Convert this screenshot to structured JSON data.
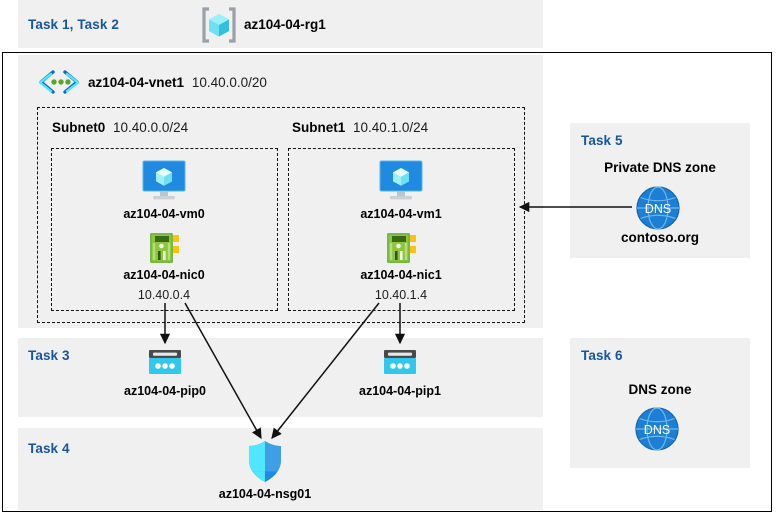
{
  "diagram": {
    "title_area": {
      "task_label": "Task 1, Task 2",
      "resource_group_name": "az104-04-rg1",
      "resource_group_icon": "resource-group-cube-icon"
    },
    "vnet": {
      "icon": "virtual-network-icon",
      "name": "az104-04-vnet1",
      "cidr": "10.40.0.0/20"
    },
    "subnets": [
      {
        "name": "Subnet0",
        "cidr": "10.40.0.0/24",
        "vm": {
          "icon": "virtual-machine-icon",
          "name": "az104-04-vm0"
        },
        "nic": {
          "icon": "network-interface-icon",
          "name": "az104-04-nic0",
          "ip": "10.40.0.4"
        }
      },
      {
        "name": "Subnet1",
        "cidr": "10.40.1.0/24",
        "vm": {
          "icon": "virtual-machine-icon",
          "name": "az104-04-vm1"
        },
        "nic": {
          "icon": "network-interface-icon",
          "name": "az104-04-nic1",
          "ip": "10.40.1.4"
        }
      }
    ],
    "task3": {
      "task_label": "Task 3",
      "pip0": {
        "icon": "public-ip-address-icon",
        "name": "az104-04-pip0"
      },
      "pip1": {
        "icon": "public-ip-address-icon",
        "name": "az104-04-pip1"
      }
    },
    "task4": {
      "task_label": "Task 4",
      "nsg": {
        "icon": "network-security-group-shield-icon",
        "name": "az104-04-nsg01"
      }
    },
    "task5": {
      "task_label": "Task 5",
      "title": "Private DNS zone",
      "icon": "dns-globe-icon",
      "icon_text": "DNS",
      "zone_name": "contoso.org"
    },
    "task6": {
      "task_label": "Task 6",
      "title": "DNS zone",
      "icon": "dns-globe-icon",
      "icon_text": "DNS"
    },
    "colors": {
      "task_label": "#17559c",
      "panel_bg": "#f0f0f0",
      "page_bg": "#ffffff",
      "vm_icon": "#1f8ae0",
      "nic_icon": "#5aa62b",
      "pip_icon": "#32c8ee",
      "nsg_icon": "#2ea7f0",
      "dns_icon": "#1d7fd4",
      "rg_icon": "#6fdff2",
      "edge": "#111111"
    }
  }
}
